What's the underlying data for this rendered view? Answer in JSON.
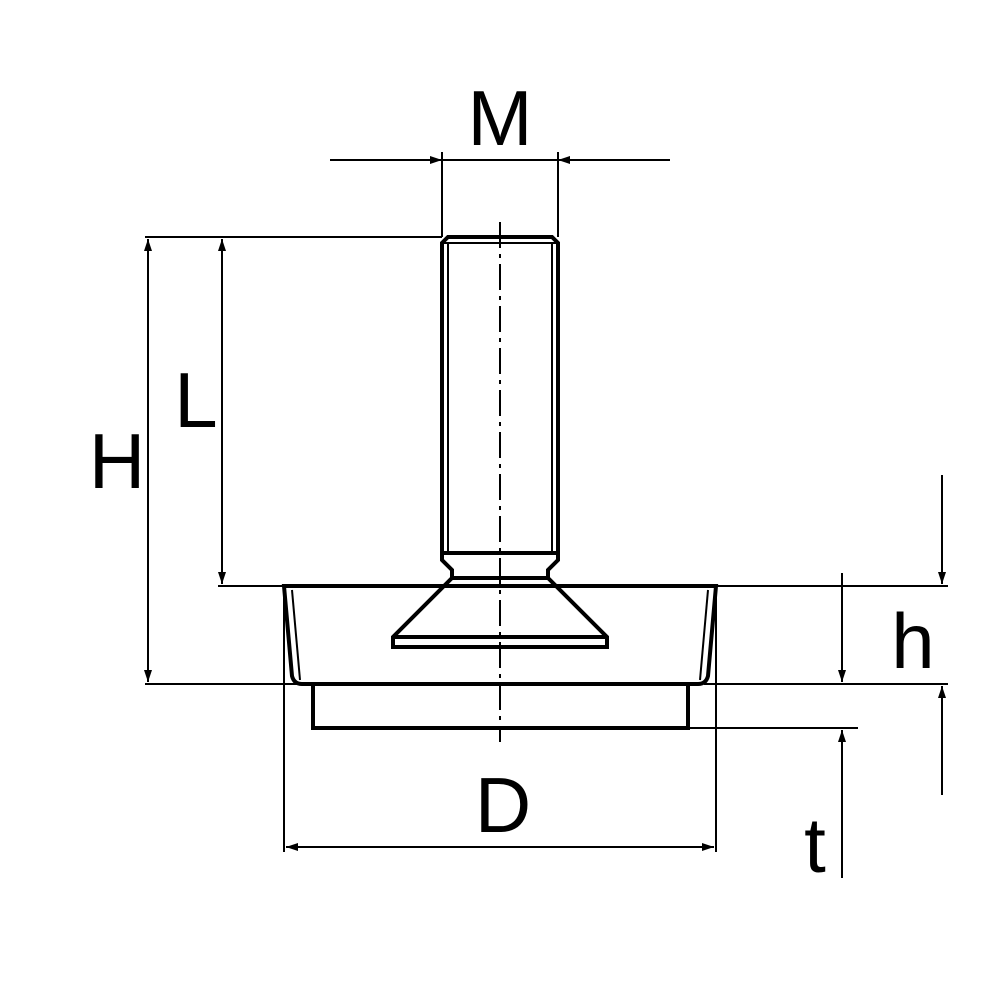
{
  "diagram": {
    "labels": {
      "M": "M",
      "L": "L",
      "H": "H",
      "h": "h",
      "D": "D",
      "t": "t"
    },
    "colors": {
      "line": "#000000",
      "background": "#ffffff"
    }
  }
}
